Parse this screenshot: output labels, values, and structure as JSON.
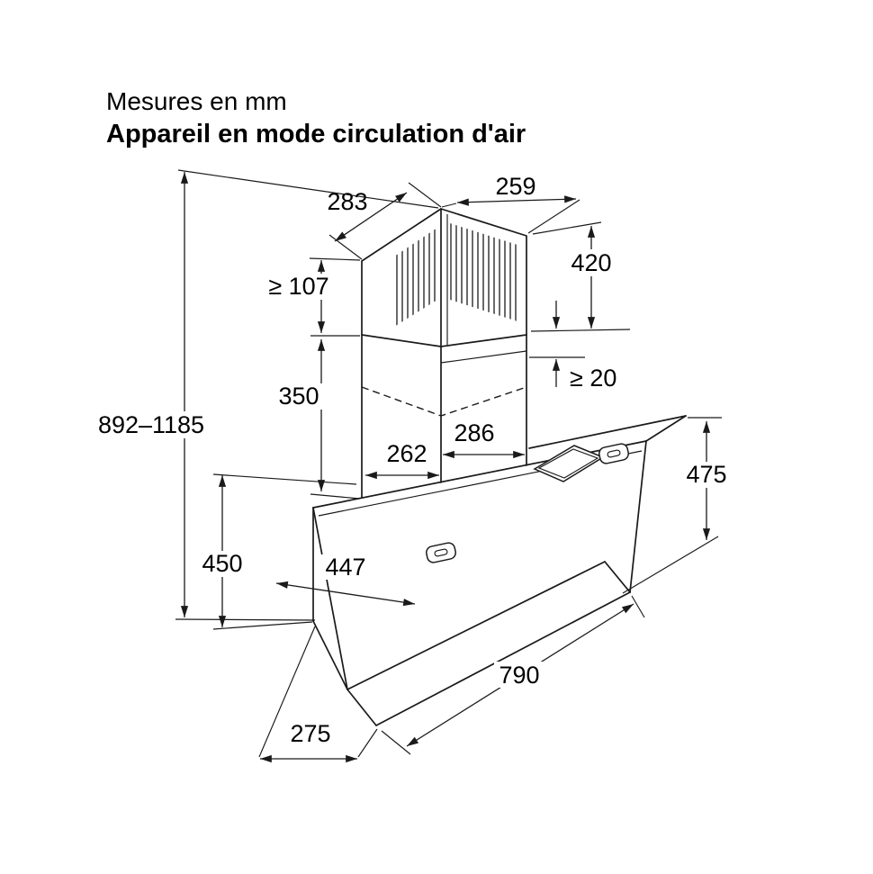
{
  "header": {
    "note": "Mesures en mm",
    "title": "Appareil en mode circulation d'air"
  },
  "colors": {
    "line": "#1a1a1a",
    "background": "#ffffff"
  },
  "diagram": {
    "kind": "hood-installation-dimensions",
    "labels": {
      "chimney_depth_left": "283",
      "chimney_width_right": "259",
      "upper_duct_height": "420",
      "min_height_upper": "≥ 107",
      "lower_duct_height": "350",
      "min_overlap": "≥ 20",
      "base_width_right": "286",
      "base_depth_left": "262",
      "total_height": "892–1185",
      "rear_height": "450",
      "panel_width": "447",
      "front_height": "475",
      "hood_width": "790",
      "bottom_depth": "275"
    }
  }
}
